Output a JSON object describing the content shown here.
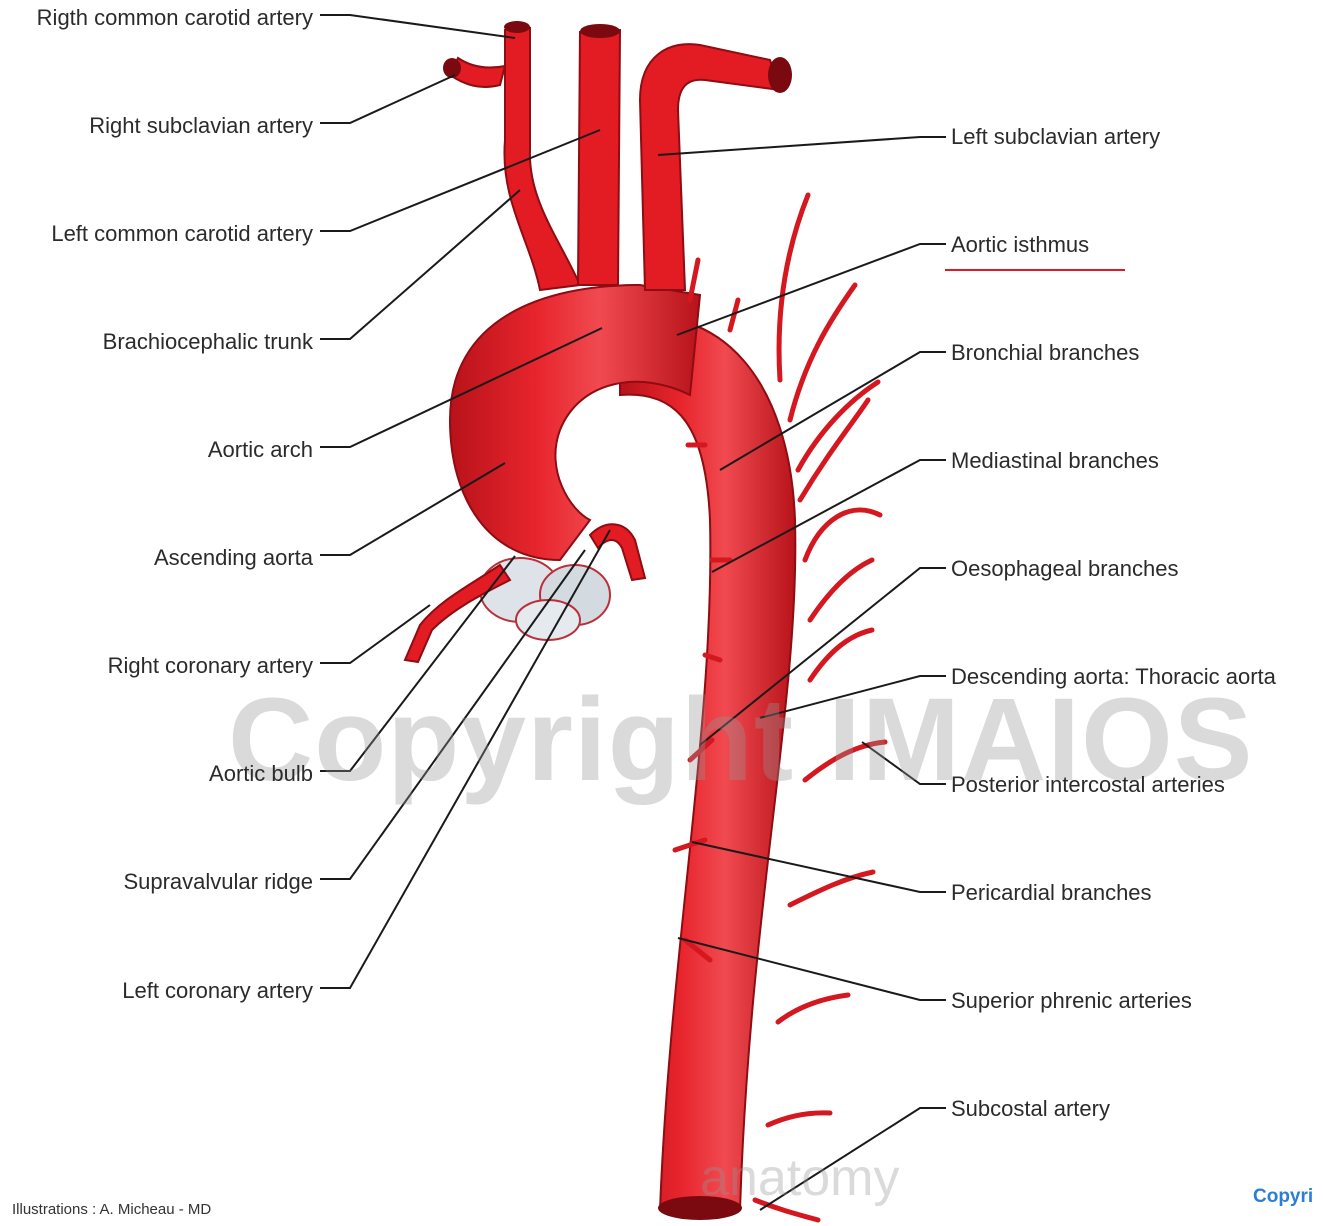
{
  "labels_left": [
    "Rigth common carotid artery",
    "Right subclavian artery",
    "Left common carotid artery",
    "Brachiocephalic trunk",
    "Aortic arch",
    "Ascending aorta",
    "Right coronary artery",
    "Aortic bulb",
    "Supravalvular ridge",
    "Left coronary artery"
  ],
  "labels_right": [
    "Left subclavian artery",
    "Aortic isthmus",
    "Bronchial branches",
    "Mediastinal branches",
    "Oesophageal branches",
    "Descending aorta: Thoracic aorta",
    "Posterior intercostal arteries",
    "Pericardial branches",
    "Superior phrenic arteries",
    "Subcostal artery"
  ],
  "watermark": "Copyright IMAIOS",
  "watermark_logo": "anatomy",
  "credit": "Illustrations : A. Micheau - MD",
  "copyright_link": "Copyri",
  "colors": {
    "artery": "#e31b23",
    "artery_dark": "#a50f16",
    "highlight_underline": "#e01a22",
    "valve": "#dde3e8"
  }
}
